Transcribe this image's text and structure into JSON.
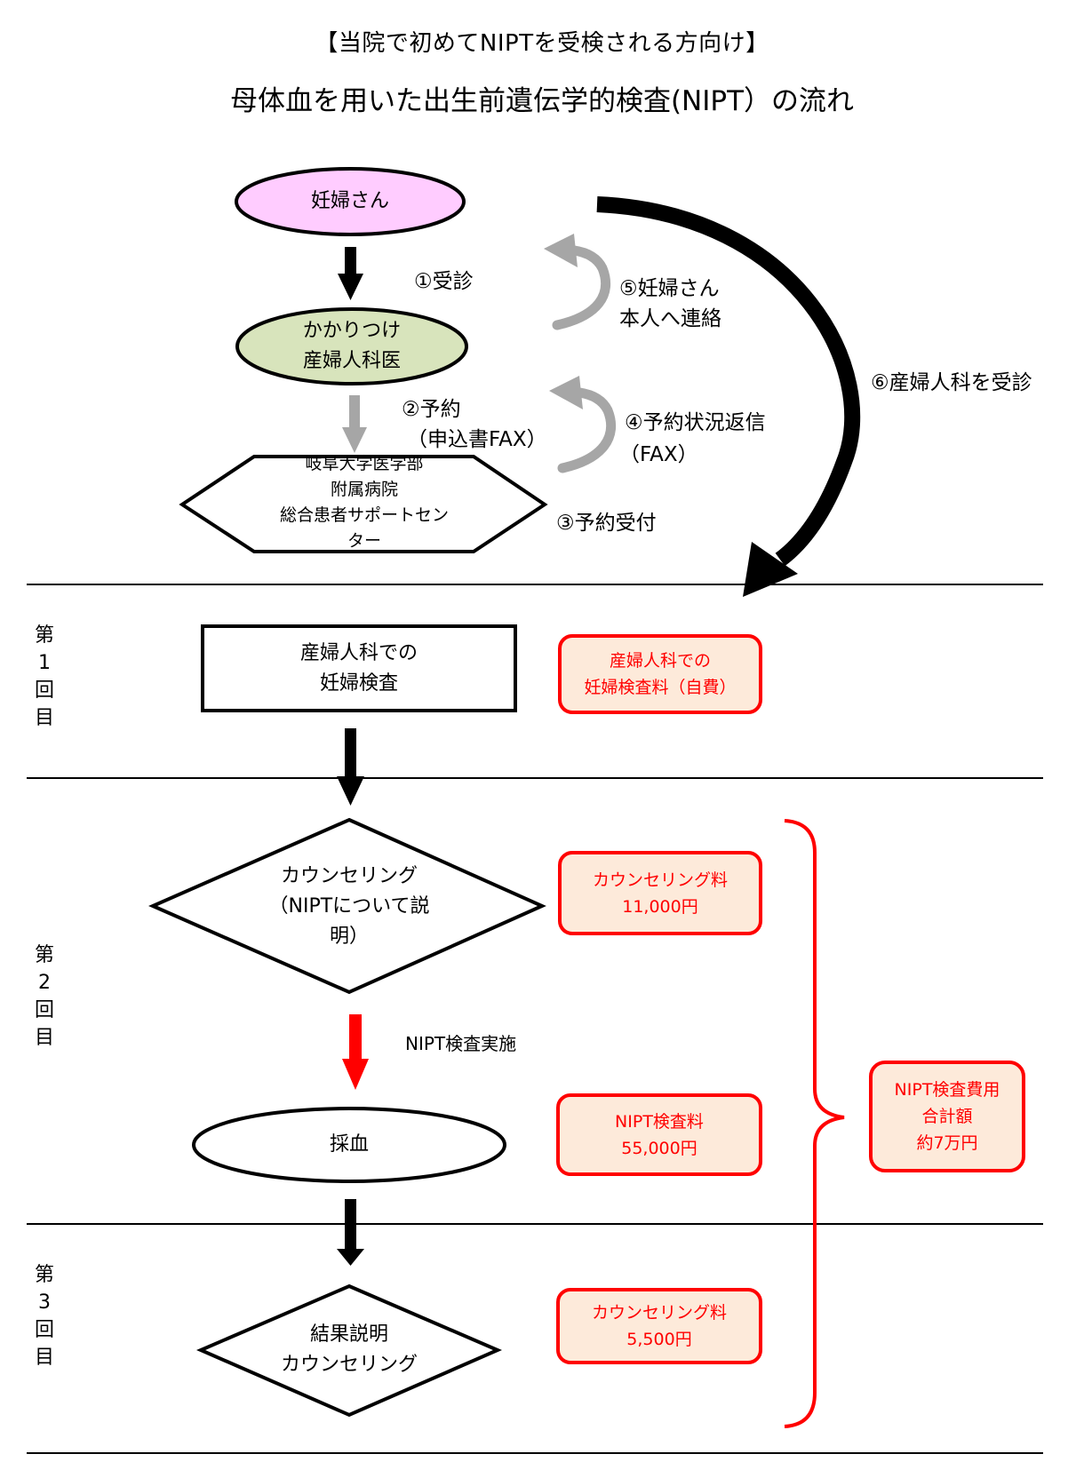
{
  "header": {
    "subtitle": "【当院で初めてNIPTを受検される方向け】",
    "title": "母体血を用いた出生前遺伝学的検査(NIPT）の流れ"
  },
  "colors": {
    "pink_fill": "#ffccff",
    "green_fill": "#d8e4bc",
    "fee_fill": "#fdeada",
    "fee_border": "#ff0000",
    "gray_arrow": "#a6a6a6",
    "red_arrow": "#ff0000"
  },
  "referral": {
    "nodes": {
      "pregnant_woman": "妊婦さん",
      "family_ob": [
        "かかりつけ",
        "産婦人科医"
      ],
      "support_center": [
        "岐阜大学医学部",
        "附属病院",
        "総合患者サポートセン",
        "ター"
      ]
    },
    "steps": {
      "step1": "①受診",
      "step2": [
        "②予約",
        "（申込書FAX）"
      ],
      "step3": "③予約受付",
      "step4": [
        "④予約状況返信",
        "（FAX）"
      ],
      "step5": [
        "⑤妊婦さん",
        "本人へ連絡"
      ],
      "step6": "⑥産婦人科を受診"
    }
  },
  "visits": [
    {
      "label_chars": [
        "第",
        "1",
        "回",
        "目"
      ],
      "nodes": {
        "exam": [
          "産婦人科での",
          "妊婦検査"
        ]
      },
      "fees": [
        {
          "lines": [
            "産婦人科での",
            "妊婦検査料（自費）"
          ]
        }
      ]
    },
    {
      "label_chars": [
        "第",
        "2",
        "回",
        "目"
      ],
      "nodes": {
        "counseling": [
          "カウンセリング",
          "（NIPTについて説",
          "明）"
        ],
        "arrow_label": "NIPT検査実施",
        "blood_draw": "採血"
      },
      "fees": [
        {
          "lines": [
            "カウンセリング料",
            "11,000円"
          ]
        },
        {
          "lines": [
            "NIPT検査料",
            "55,000円"
          ]
        }
      ]
    },
    {
      "label_chars": [
        "第",
        "3",
        "回",
        "目"
      ],
      "nodes": {
        "result": [
          "結果説明",
          "カウンセリング"
        ]
      },
      "fees": [
        {
          "lines": [
            "カウンセリング料",
            "5,500円"
          ]
        }
      ]
    }
  ],
  "total": {
    "lines": [
      "NIPT検査費用",
      "合計額",
      "約7万円"
    ]
  }
}
